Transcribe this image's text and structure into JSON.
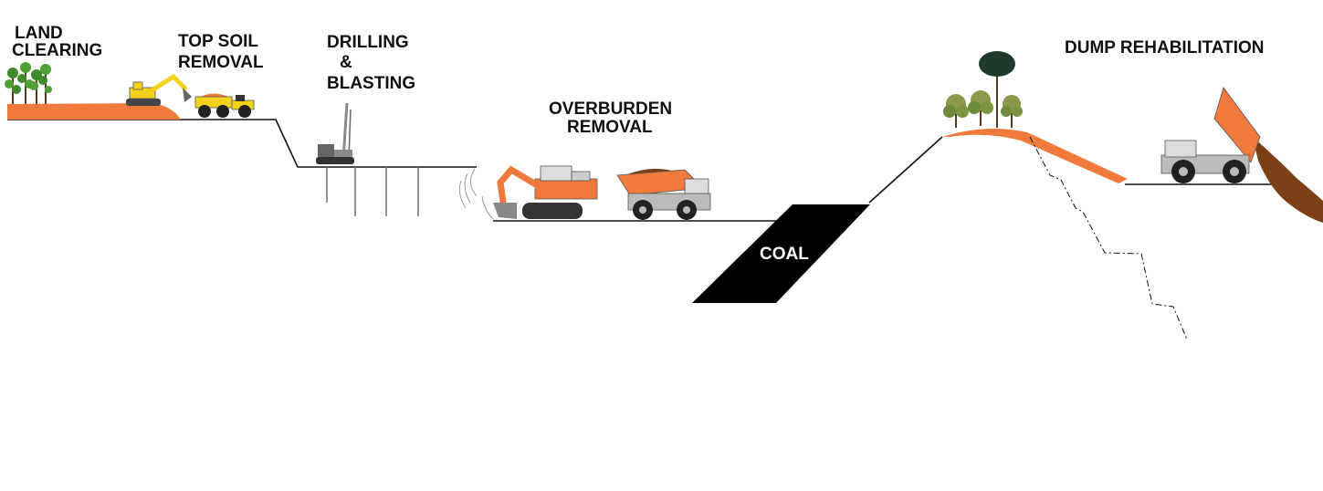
{
  "labels": {
    "land_clearing": [
      "LAND",
      "CLEARING"
    ],
    "top_soil_removal": [
      "TOP SOIL",
      "REMOVAL"
    ],
    "drilling_blasting": [
      "DRILLING",
      "&",
      "BLASTING"
    ],
    "overburden_removal": [
      "OVERBURDEN",
      "REMOVAL"
    ],
    "coal": "COAL",
    "dump_rehabilitation": "DUMP REHABILITATION"
  },
  "colors": {
    "topsoil": "#f07a3c",
    "coal": "#000000",
    "dump_material": "#7a3f14",
    "excavator_yellow": "#f2d21b",
    "machine_orange": "#f07a3c",
    "machine_grey": "#8a8a8a",
    "foliage": "#6b8a3a"
  },
  "icons": [
    "tree-icon",
    "excavator-icon",
    "articulated-dump-truck-icon",
    "drill-rig-icon",
    "mining-shovel-icon",
    "haul-truck-icon"
  ]
}
